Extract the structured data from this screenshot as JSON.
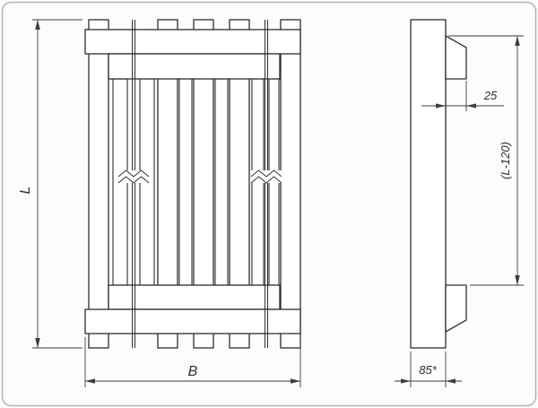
{
  "drawing": {
    "labels": {
      "overall_length": "L",
      "overall_width": "B",
      "cleat_offset": "25",
      "between_cleats": "(L-120)",
      "side_width": "85*"
    },
    "colors": {
      "outline": "#2e2e2e",
      "dimension": "#3d3d3d",
      "background": "#fcfcfc",
      "frame": "#b3b3b3"
    }
  }
}
